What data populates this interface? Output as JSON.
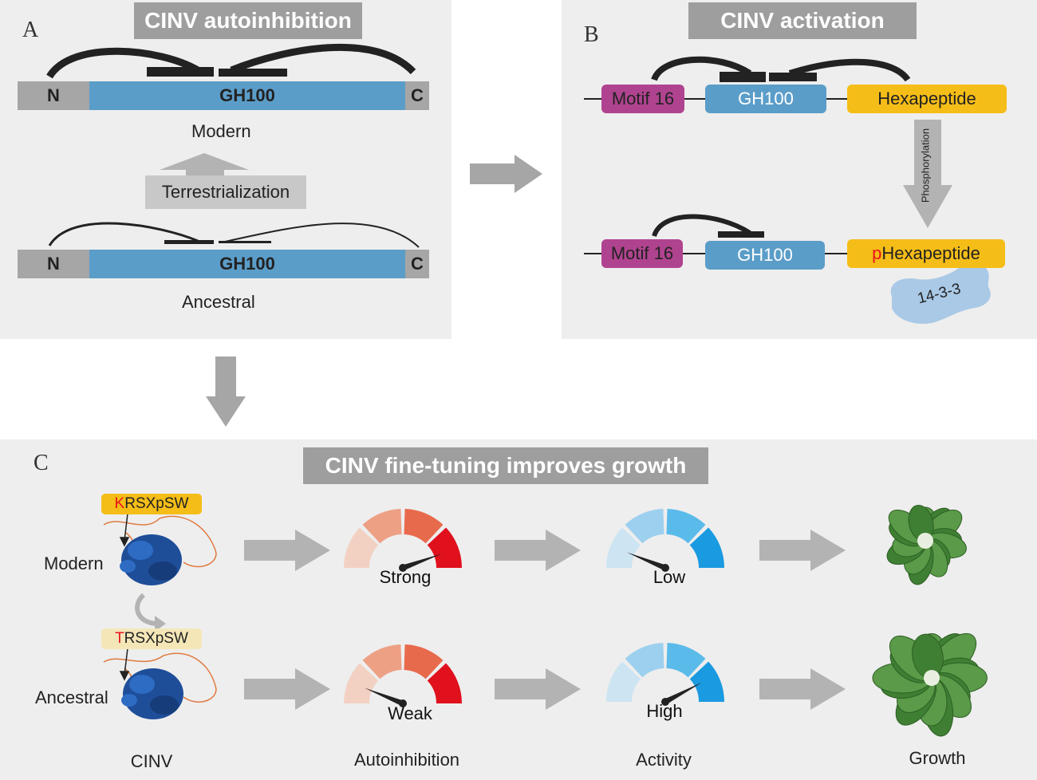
{
  "panel_a": {
    "letter": "A",
    "title": "CINV autoinhibition",
    "n_label": "N",
    "gh_label": "GH100",
    "c_label": "C",
    "modern": "Modern",
    "terrestrialization": "Terrestrialization",
    "ancestral": "Ancestral"
  },
  "panel_b": {
    "letter": "B",
    "title": "CINV activation",
    "motif": "Motif 16",
    "gh": "GH100",
    "hexapeptide": "Hexapeptide",
    "phosphorylation": "Phosphorylation",
    "p_prefix": "p",
    "p_hexapeptide": "Hexapeptide",
    "binding_protein": "14-3-3"
  },
  "panel_c": {
    "letter": "C",
    "title": "CINV fine-tuning improves growth",
    "modern_seq_first": "K",
    "modern_seq_rest": "RSXpSW",
    "ancestral_seq_first": "T",
    "ancestral_seq_rest": "RSXpSW",
    "modern": "Modern",
    "ancestral": "Ancestral",
    "gauge_strong": "Strong",
    "gauge_weak": "Weak",
    "gauge_low": "Low",
    "gauge_high": "High",
    "col_cinv": "CINV",
    "col_autoinhibition": "Autoinhibition",
    "col_activity": "Activity",
    "col_growth": "Growth"
  },
  "colors": {
    "panel_bg": "#eeeeee",
    "title_bg": "#9e9e9e",
    "gh100_blue": "#5b9dc9",
    "terminus_gray": "#a6a6a6",
    "motif_magenta": "#b0438f",
    "hexapeptide_yellow": "#f5bd17",
    "binding_blue": "#a9c9e6",
    "arrow_gray": "#a6a6a6",
    "red_accent": "#e8141b",
    "red_scale": [
      "#f2d1c3",
      "#eea085",
      "#e86a4c",
      "#e0101d"
    ],
    "blue_scale": [
      "#cde4f2",
      "#9dd0ef",
      "#5abbea",
      "#1a9ae0"
    ],
    "plant_green": "#4a8a3a"
  }
}
